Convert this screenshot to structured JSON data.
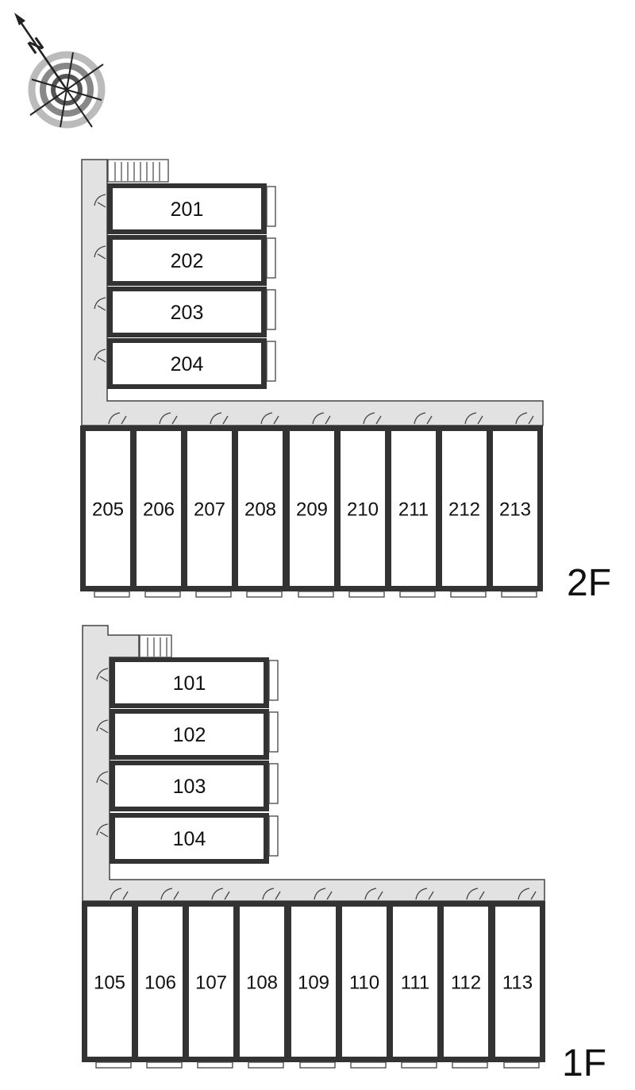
{
  "compass": {
    "north_label": "N",
    "icon": "compass-rose-icon"
  },
  "floors": [
    {
      "label": "2F",
      "upper_units": [
        "201",
        "202",
        "203",
        "204"
      ],
      "lower_units": [
        "205",
        "206",
        "207",
        "208",
        "209",
        "210",
        "211",
        "212",
        "213"
      ]
    },
    {
      "label": "1F",
      "upper_units": [
        "101",
        "102",
        "103",
        "104"
      ],
      "lower_units": [
        "105",
        "106",
        "107",
        "108",
        "109",
        "110",
        "111",
        "112",
        "113"
      ]
    }
  ]
}
